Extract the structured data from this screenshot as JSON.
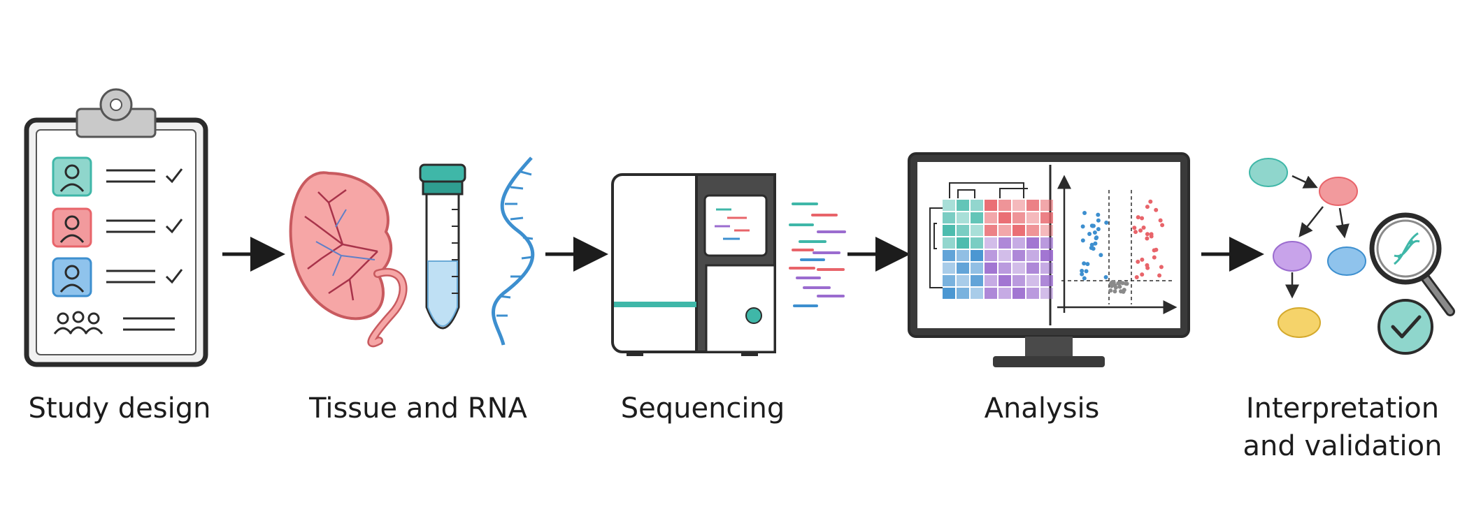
{
  "stages": [
    {
      "id": "study",
      "label": "Study design",
      "icon": "clipboard-icon"
    },
    {
      "id": "tissue",
      "label": "Tissue and RNA",
      "icon": "kidney-tube-rna-icon"
    },
    {
      "id": "sequencing",
      "label": "Sequencing",
      "icon": "sequencer-icon"
    },
    {
      "id": "analysis",
      "label": "Analysis",
      "icon": "monitor-analysis-icon"
    },
    {
      "id": "interpretation",
      "label_line1": "Interpretation",
      "label_line2": "and validation",
      "icon": "network-validation-icon"
    }
  ],
  "colors": {
    "teal": "#3fb7a8",
    "red": "#e8646a",
    "blue": "#3d8fcf",
    "purple": "#9b6ccf",
    "yellow": "#f2c94c",
    "outline": "#2b2b2b",
    "gray": "#8a8a8a"
  }
}
